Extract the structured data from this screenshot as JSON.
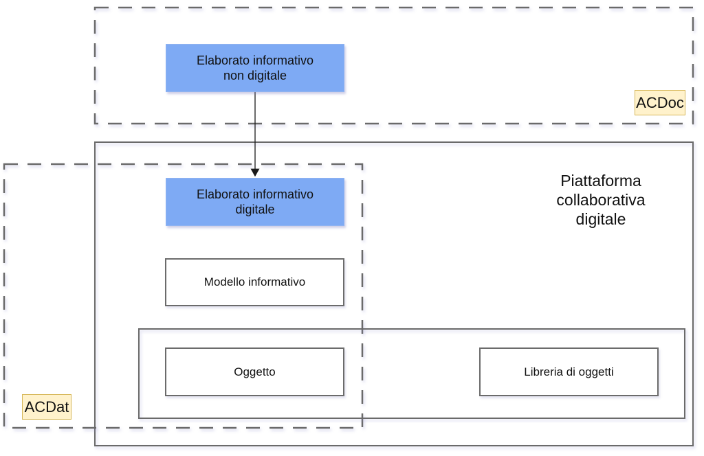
{
  "nodes": {
    "analog_doc_line1": "Elaborato informativo",
    "analog_doc_line2": "non digitale",
    "digital_doc_line1": "Elaborato informativo",
    "digital_doc_line2": "digitale",
    "info_model": "Modello informativo",
    "object": "Oggetto",
    "object_library": "Libreria di oggetti"
  },
  "containers": {
    "platform_line1": "Piattaforma",
    "platform_line2": "collaborativa",
    "platform_line3": "digitale",
    "acdoc_label": "ACDoc",
    "acdat_label": "ACDat"
  },
  "colors": {
    "document_fill": "#7eaaf4",
    "tag_fill": "#fff2cc",
    "frame_stroke": "#6b6b6b"
  }
}
